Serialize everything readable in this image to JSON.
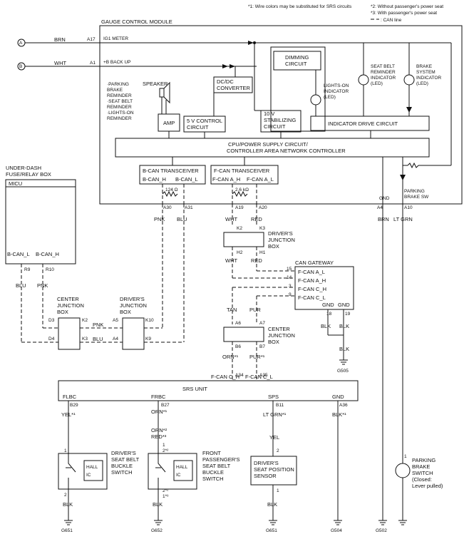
{
  "notes": {
    "n1": "*1: Wire colors may be substituted for SRS circuits",
    "n2": "*2: Without passenger's power seat",
    "n3": "*3: With passenger's power seat",
    "can_line": ": CAN line"
  },
  "gauge": {
    "title": "GAUGE CONTROL MODULE",
    "ig1": "IG1 METER",
    "backup": "+B BACK UP",
    "pin_a17": "A17",
    "pin_a1": "A1",
    "speaker": "SPEAKER",
    "reminders": [
      "·PARKING",
      "BRAKE",
      "REMINDER",
      "·SEAT BELT",
      "REMINDER",
      "·LIGHTS-ON",
      "REMINDER"
    ],
    "amp": "AMP",
    "dcdc": [
      "DC/DC",
      "CONVERTER"
    ],
    "fivev": [
      "5 V CONTROL",
      "CIRCUIT"
    ],
    "tenv": [
      "10 V",
      "STABILIZING",
      "CIRCUIT"
    ],
    "dimming": [
      "DIMMING",
      "CIRCUIT"
    ],
    "lights_on": [
      "LIGHTS-ON",
      "INDICATOR",
      "(LED)"
    ],
    "seatbelt_ind": [
      "SEAT BELT",
      "REMINDER",
      "INDICATOR",
      "(LED)"
    ],
    "brake_ind": [
      "BRAKE",
      "SYSTEM",
      "INDICATOR",
      "(LED)"
    ],
    "indicator_drive": "INDICATOR DRIVE CIRCUIT",
    "cpu": [
      "CPU/POWER SUPPLY CIRCUIT/",
      "CONTROLLER AREA NETWORK CONTROLLER"
    ],
    "bcan": "B-CAN TRANSCEIVER",
    "bcan_h": "B-CAN_H",
    "bcan_l": "B-CAN_L",
    "fcan": "F-CAN TRANSCEIVER",
    "fcan_ah": "F-CAN A_H",
    "fcan_al": "F-CAN A_L",
    "r124": "124 Ω",
    "r26": "2.6 kΩ",
    "gnd": "GND",
    "brake_sw": [
      "PARKING",
      "BRAKE SW"
    ],
    "pins": [
      "A30",
      "A31",
      "A19",
      "A20",
      "A4",
      "A10"
    ]
  },
  "inputs": {
    "a_label": "A",
    "b_label": "B",
    "brn": "BRN",
    "wht": "WHT"
  },
  "wires": {
    "pnk": "PNK",
    "blu": "BLU",
    "wht": "WHT",
    "red": "RED",
    "brn": "BRN",
    "ltgrn": "LT GRN",
    "tan": "TAN",
    "pur": "PUR",
    "orn1": "ORN*¹",
    "pur1": "PUR*¹",
    "blk": "BLK",
    "yel1": "YEL*¹",
    "orn1b": "ORN*¹",
    "orn2": "ORN*²",
    "red3": "RED*³",
    "ltgrn1": "LT GRN*¹",
    "yel": "YEL",
    "blk1": "BLK*¹"
  },
  "fuse": {
    "title": [
      "UNDER-DASH",
      "FUSE/RELAY BOX"
    ],
    "micu": "MICU",
    "bcan_l": "B-CAN_L",
    "bcan_h": "B-CAN_H",
    "r9": "R9",
    "r10": "R10"
  },
  "djb1": {
    "title": [
      "DRIVER'S",
      "JUNCTION",
      "BOX"
    ],
    "k2": "K2",
    "k3": "K3",
    "h2": "H2",
    "h1": "H1"
  },
  "cjb1": {
    "title": [
      "CENTER",
      "JUNCTION",
      "BOX"
    ],
    "d3": "D3",
    "d4": "D4",
    "k2": "K2",
    "k3": "K3"
  },
  "djb2": {
    "title": [
      "DRIVER'S",
      "JUNCTION",
      "BOX"
    ],
    "a5": "A5",
    "a4": "A4",
    "k10": "K10",
    "k9": "K9"
  },
  "gateway": {
    "title": "CAN GATEWAY",
    "lines": [
      "F-CAN A_L",
      "F-CAN A_H",
      "F-CAN C_H",
      "F-CAN C_L"
    ],
    "pins": [
      "15",
      "14",
      "3",
      "9"
    ],
    "gnd": "GND",
    "p18": "18",
    "p19": "19"
  },
  "cjb2": {
    "title": [
      "CENTER",
      "JUNCTION",
      "BOX"
    ],
    "a6": "A6",
    "a7": "A7",
    "b6": "B6",
    "b7": "B7"
  },
  "srs": {
    "fcan_ch": "F-CAN C_H",
    "fcan_cl": "F-CAN C_L",
    "a34": "A34",
    "a35": "A35",
    "title": "SRS UNIT",
    "cols": [
      "FLBC",
      "FRBC",
      "SPS",
      "GND"
    ],
    "pins": [
      "B29",
      "B27",
      "B11",
      "A36"
    ]
  },
  "switches": {
    "driver": [
      "DRIVER'S",
      "SEAT BELT",
      "BUCKLE",
      "SWITCH"
    ],
    "passenger": [
      "FRONT",
      "PASSENGER'S",
      "SEAT BELT",
      "BUCKLE",
      "SWITCH"
    ],
    "sensor": [
      "DRIVER'S",
      "SEAT POSITION",
      "SENSOR"
    ],
    "hall": "HALL",
    "ic": "IC",
    "pbrake": [
      "PARKING",
      "BRAKE",
      "SWITCH",
      "(Closed:",
      "Lever pulled)"
    ],
    "p1": "1",
    "p2": "2",
    "p1a": "1",
    "p2a": "2*²",
    "p1b": "1*³",
    "p2b": "2*²",
    "p1c": "1*³"
  },
  "grounds": [
    "G651",
    "G652",
    "G651",
    "G504",
    "G502",
    "G505"
  ]
}
